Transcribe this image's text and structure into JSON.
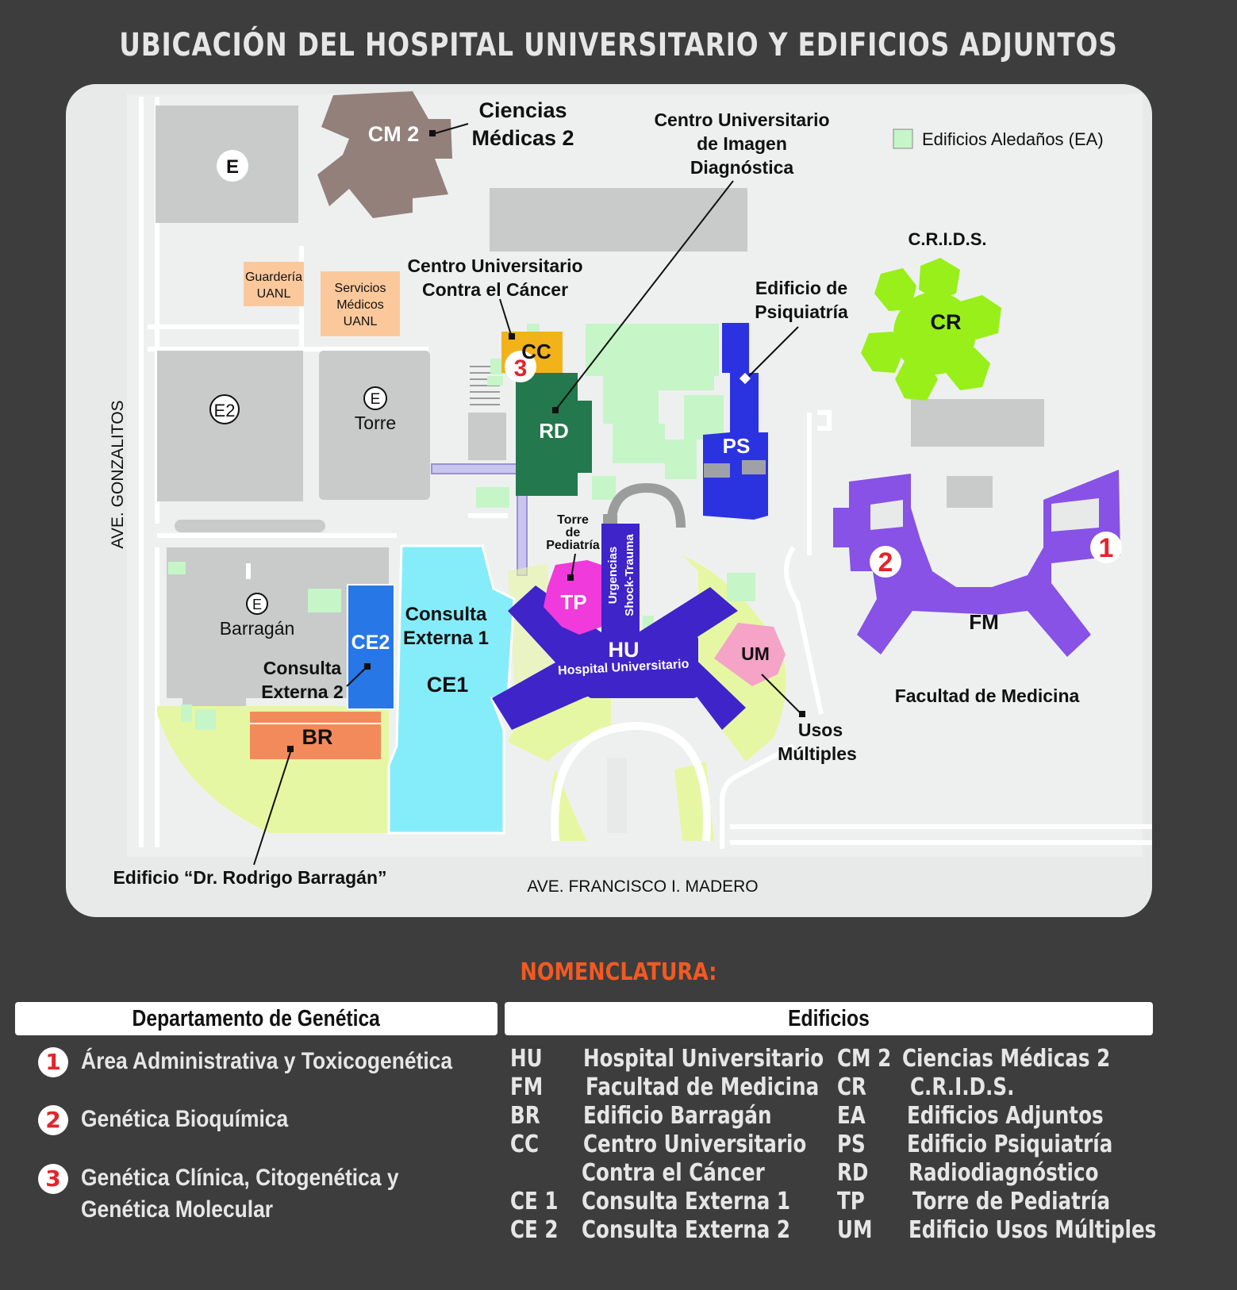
{
  "title": "UBICACIÓN DEL HOSPITAL UNIVERSITARIO Y EDIFICIOS ADJUNTOS",
  "map": {
    "legend_label": "Edificios Aledaños (EA)",
    "streets": {
      "west": "AVE. GONZALITOS",
      "south": "AVE. FRANCISCO I. MADERO"
    },
    "parking_marker": "E",
    "buildings": {
      "cm2": "CM 2",
      "cr": "CR",
      "cc": "CC",
      "rd": "RD",
      "ps": "PS",
      "tp": "TP",
      "hu": "HU",
      "hu_sub": "Hospital Universitario",
      "um": "UM",
      "fm": "FM",
      "ce1": "CE1",
      "ce2": "CE2",
      "br": "BR",
      "urgencias": "Urgencias",
      "shock": "Shock-Trauma",
      "e2": "E2",
      "e_torre": "Torre",
      "e_barragan": "Barragán",
      "guarderia": [
        "Guardería",
        "UANL"
      ],
      "servicios": [
        "Servicios",
        "Médicos",
        "UANL"
      ],
      "consulta1": [
        "Consulta",
        "Externa 1"
      ]
    },
    "callouts": {
      "cm2": [
        "Ciencias",
        "Médicas 2"
      ],
      "imagen": [
        "Centro Universitario",
        "de Imagen",
        "Diagnóstica"
      ],
      "crids": "C.R.I.D.S.",
      "cancer": [
        "Centro Universitario",
        "Contra el Cáncer"
      ],
      "psiq": [
        "Edificio de",
        "Psiquiatría"
      ],
      "torre_ped": [
        "Torre",
        "de",
        "Pediatría"
      ],
      "ce2": [
        "Consulta",
        "Externa 2"
      ],
      "usos": [
        "Usos",
        "Múltiples"
      ],
      "fm": "Facultad de Medicina",
      "barragan": "Edificio “Dr. Rodrigo  Barragán”"
    },
    "markers": [
      "1",
      "2",
      "3"
    ]
  },
  "nomenclatura": {
    "title": "NOMENCLATURA:",
    "genetica_header": "Departamento de Genética",
    "edificios_header": "Edificios",
    "genetica_items": [
      {
        "num": "1",
        "label": "Área Administrativa y Toxicogenética"
      },
      {
        "num": "2",
        "label": "Genética Bioquímica"
      },
      {
        "num": "3",
        "label": "Genética Clínica, Citogenética y",
        "label2": "Genética Molecular"
      }
    ],
    "codes_left": [
      {
        "code": "HU",
        "name": "Hospital Universitario"
      },
      {
        "code": "FM",
        "name": "Facultad de Medicina"
      },
      {
        "code": "BR",
        "name": "Edificio Barragán"
      },
      {
        "code": "CC",
        "name": "Centro Universitario"
      },
      {
        "code": "",
        "name": "Contra el Cáncer"
      },
      {
        "code": "CE  1",
        "name": "Consulta Externa 1"
      },
      {
        "code": "CE  2",
        "name": "Consulta Externa 2"
      }
    ],
    "codes_right": [
      {
        "code": "CM 2",
        "name": "Ciencias Médicas 2"
      },
      {
        "code": "CR",
        "name": "C.R.I.D.S."
      },
      {
        "code": "EA",
        "name": "Edificios Adjuntos"
      },
      {
        "code": "PS",
        "name": "Edificio Psiquiatría"
      },
      {
        "code": "RD",
        "name": "Radiodiagnóstico"
      },
      {
        "code": "TP",
        "name": "Torre de Pediatría"
      },
      {
        "code": "UM",
        "name": "Edificio Usos Múltiples"
      }
    ]
  },
  "colors": {
    "background": "#3d3d3d",
    "map_bg": "#e8e9e9",
    "ea_green": "#c6f5c8",
    "gray_bldg": "#c9caca",
    "cm2": "#93807b",
    "crids": "#99ef1a",
    "cc": "#f2b21a",
    "rd": "#23784d",
    "ps": "#2b33e0",
    "tp": "#f03adb",
    "hu": "#3e24c9",
    "um": "#f5a3c7",
    "fm": "#8752e5",
    "ce1": "#85ecfa",
    "ce2": "#2777e6",
    "br": "#f28a5c",
    "grass": "#e6f7a3",
    "orange_bldg": "#fbc89c",
    "marker_red": "#e3242b",
    "title_orange": "#f15a22"
  }
}
